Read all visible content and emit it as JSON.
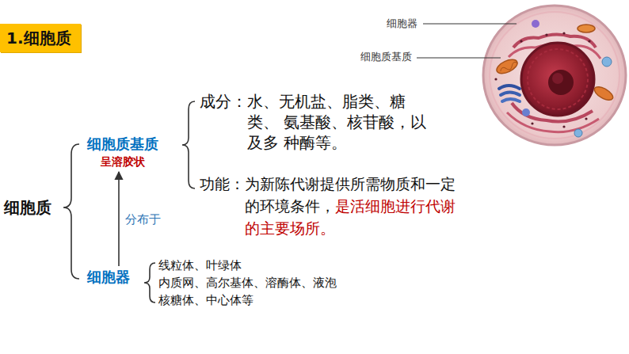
{
  "diagram": {
    "nodes": [
      {
        "text": [
          "1.细胞质"
        ]
      },
      {
        "text": [
          "细胞质"
        ]
      },
      {
        "text": [
          "细胞质基质",
          "呈溶胶状"
        ]
      },
      {
        "text": [
          "成分：",
          "水、无机盐、脂类、糖类、 氨基酸、核苷酸，以及多 种酶等。"
        ]
      },
      {
        "text": [
          "功能：",
          "为新陈代谢提供所需物质和一定 的环境条件，",
          "是活细胞进行代谢 的主要场所。"
        ]
      },
      {
        "text": [
          "细胞器"
        ]
      },
      {
        "text": [
          "线粒体、叶绿体",
          "内质网、高尔基体、溶酶体、液泡",
          "核糖体、中心体等"
        ]
      }
    ],
    "edges": [
      {
        "from": 5,
        "to": 2,
        "arrow": "to",
        "label": "分布于"
      }
    ],
    "labels": [
      "细胞器",
      "细胞质基质"
    ]
  }
}
